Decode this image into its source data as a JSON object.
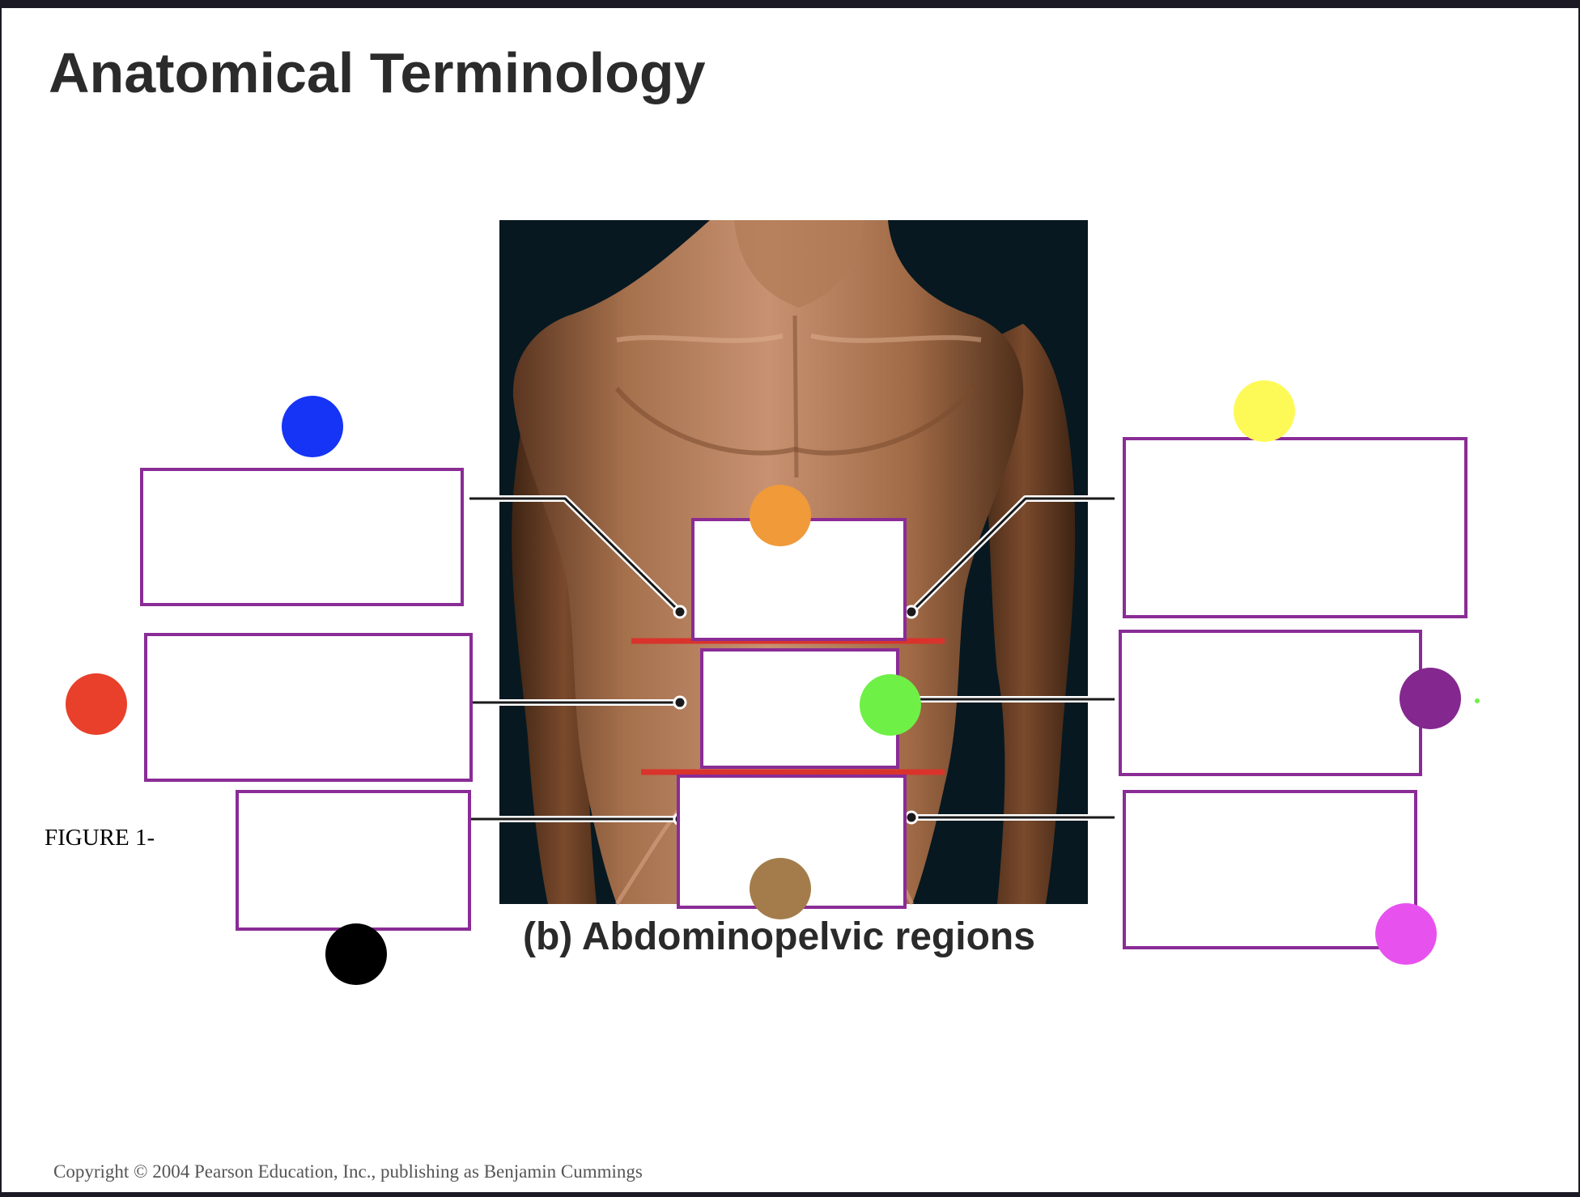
{
  "slide": {
    "title": "Anatomical Terminology",
    "figure_label": "FIGURE 1-",
    "caption": "(b) Abdominopelvic regions",
    "copyright": "Copyright © 2004 Pearson Education, Inc., publishing as Benjamin Cummings"
  },
  "markers": {
    "blue": "#1634f5",
    "orange": "#f09a3a",
    "yellow": "#fdfa58",
    "red": "#e8402a",
    "green": "#6ff046",
    "purple": "#84288f",
    "black": "#000000",
    "brown": "#a47c4b",
    "magenta": "#e752ee"
  },
  "colors": {
    "box_border": "#8a2c96",
    "divider_line": "#d9332c",
    "photo_background": "#071820"
  }
}
